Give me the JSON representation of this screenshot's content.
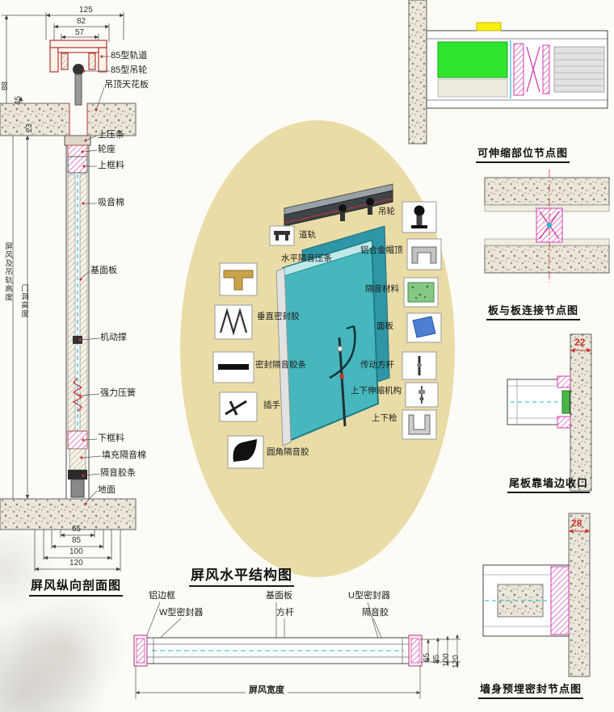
{
  "left_section": {
    "title": "屏风纵向剖面图",
    "dims_top": [
      "125",
      "82",
      "57"
    ],
    "dims_side": [
      "88",
      "45",
      "23"
    ],
    "height_labels": [
      "屏风及吊轨高度",
      "门洞高度"
    ],
    "callouts": [
      "85型轨道",
      "85型吊轮",
      "吊顶天花板",
      "上压条",
      "轮座",
      "上框料",
      "吸音棉",
      "基面板",
      "机动撑",
      "强力压簧",
      "下框料",
      "填充隔音棉",
      "隔音胶条",
      "地面"
    ],
    "dims_bottom": [
      "65",
      "85",
      "100",
      "120"
    ]
  },
  "center_diagram": {
    "title": "屏风水平结构图",
    "left_parts": [
      "道轨",
      "水平隔音压条",
      "垂直密封胶",
      "密封隔音胶条",
      "插手",
      "圆角隔音胶"
    ],
    "right_parts": [
      "吊轮",
      "铝合金帽顶",
      "隔音材料",
      "面板",
      "传动方杆",
      "上下伸缩机构",
      "上下枪"
    ]
  },
  "nodes": {
    "telescopic_title": "可伸缩部位节点图",
    "panel_joint_title": "板与板连接节点图",
    "tail_panel_title": "尾板靠墙边收口",
    "tail_panel_dim": "22",
    "wall_seal_title": "墙身预埋密封节点图",
    "wall_seal_dim": "28"
  },
  "bottom_section": {
    "labels_row1": [
      "铝边框",
      "基面板",
      "U型密封器"
    ],
    "labels_row2": [
      "W型密封器",
      "方杆",
      "隔音胶"
    ],
    "dims_right": [
      "65",
      "85",
      "100",
      "120"
    ],
    "width_label": "屏风宽度"
  },
  "colors": {
    "ellipse_bg": "#e9dca6",
    "panel_teal": "#46b7bc",
    "accent_red": "#cc3333",
    "accent_magenta": "#d23ba8",
    "accent_cyan": "#1fb6c9",
    "highlight_green": "#2ee62e",
    "highlight_yellow": "#f6ef0a"
  }
}
